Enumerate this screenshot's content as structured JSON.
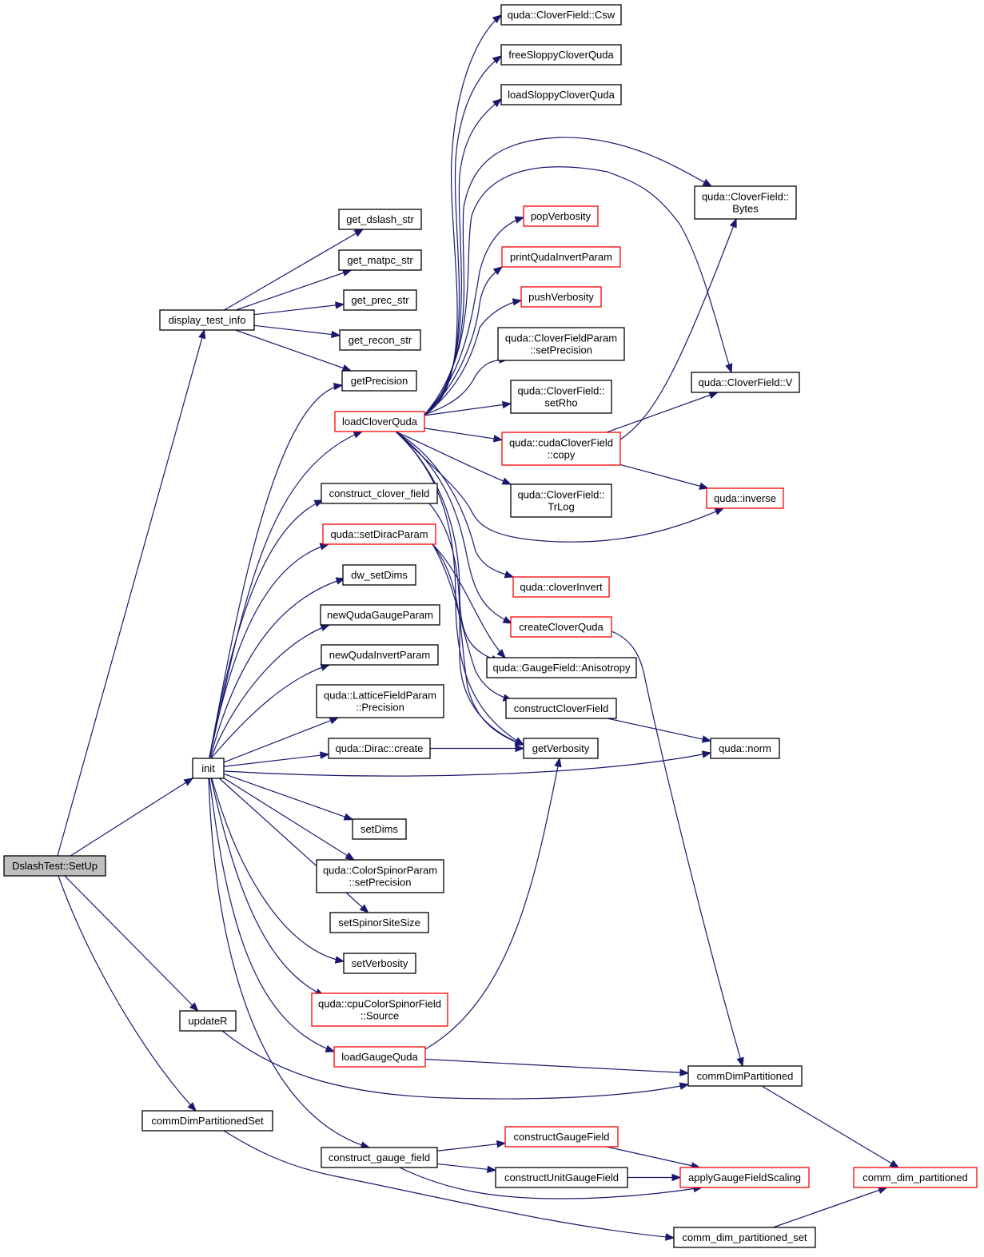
{
  "diagram": {
    "colors": {
      "edge": "#191970",
      "node_border": "#000000",
      "node_border_truncated": "#ff0000",
      "root_fill": "#bfbfbf"
    },
    "nodes": {
      "setup": {
        "label": [
          "DslashTest::SetUp"
        ],
        "style": "root"
      },
      "display_test_info": {
        "label": [
          "display_test_info"
        ]
      },
      "init": {
        "label": [
          "init"
        ]
      },
      "updateR": {
        "label": [
          "updateR"
        ]
      },
      "commDimPartitionedSet": {
        "label": [
          "commDimPartitionedSet"
        ]
      },
      "get_dslash_str": {
        "label": [
          "get_dslash_str"
        ]
      },
      "get_matpc_str": {
        "label": [
          "get_matpc_str"
        ]
      },
      "get_prec_str": {
        "label": [
          "get_prec_str"
        ]
      },
      "get_recon_str": {
        "label": [
          "get_recon_str"
        ]
      },
      "getPrecision": {
        "label": [
          "getPrecision"
        ]
      },
      "loadCloverQuda": {
        "label": [
          "loadCloverQuda"
        ],
        "style": "red"
      },
      "construct_clover_field": {
        "label": [
          "construct_clover_field"
        ]
      },
      "setDiracParam": {
        "label": [
          "quda::setDiracParam"
        ],
        "style": "red"
      },
      "dw_setDims": {
        "label": [
          "dw_setDims"
        ]
      },
      "newQudaGaugeParam": {
        "label": [
          "newQudaGaugeParam"
        ]
      },
      "newQudaInvertParam": {
        "label": [
          "newQudaInvertParam"
        ]
      },
      "latticePrecision": {
        "label": [
          "quda::LatticeFieldParam",
          "::Precision"
        ]
      },
      "diracCreate": {
        "label": [
          "quda::Dirac::create"
        ]
      },
      "setDims": {
        "label": [
          "setDims"
        ]
      },
      "colorSpinorSetPrecision": {
        "label": [
          "quda::ColorSpinorParam",
          "::setPrecision"
        ]
      },
      "setSpinorSiteSize": {
        "label": [
          "setSpinorSiteSize"
        ]
      },
      "setVerbosity": {
        "label": [
          "setVerbosity"
        ]
      },
      "cpuSource": {
        "label": [
          "quda::cpuColorSpinorField",
          "::Source"
        ],
        "style": "red"
      },
      "loadGaugeQuda": {
        "label": [
          "loadGaugeQuda"
        ],
        "style": "red"
      },
      "construct_gauge_field": {
        "label": [
          "construct_gauge_field"
        ]
      },
      "csw": {
        "label": [
          "quda::CloverField::Csw"
        ]
      },
      "freeSloppy": {
        "label": [
          "freeSloppyCloverQuda"
        ]
      },
      "loadSloppy": {
        "label": [
          "loadSloppyCloverQuda"
        ]
      },
      "popVerbosity": {
        "label": [
          "popVerbosity"
        ],
        "style": "red"
      },
      "printQudaInvertParam": {
        "label": [
          "printQudaInvertParam"
        ],
        "style": "red"
      },
      "pushVerbosity": {
        "label": [
          "pushVerbosity"
        ],
        "style": "red"
      },
      "cfpSetPrecision": {
        "label": [
          "quda::CloverFieldParam",
          "::setPrecision"
        ]
      },
      "setRho": {
        "label": [
          "quda::CloverField::",
          "setRho"
        ]
      },
      "cudaCopy": {
        "label": [
          "quda::cudaCloverField",
          "::copy"
        ],
        "style": "red"
      },
      "trLog": {
        "label": [
          "quda::CloverField::",
          "TrLog"
        ]
      },
      "cloverInvert": {
        "label": [
          "quda::cloverInvert"
        ],
        "style": "red"
      },
      "createCloverQuda": {
        "label": [
          "createCloverQuda"
        ],
        "style": "red"
      },
      "anisotropy": {
        "label": [
          "quda::GaugeField::Anisotropy"
        ]
      },
      "constructCloverField": {
        "label": [
          "constructCloverField"
        ]
      },
      "getVerbosity": {
        "label": [
          "getVerbosity"
        ]
      },
      "constructGaugeField": {
        "label": [
          "constructGaugeField"
        ],
        "style": "red"
      },
      "constructUnitGaugeField": {
        "label": [
          "constructUnitGaugeField"
        ]
      },
      "bytes": {
        "label": [
          "quda::CloverField::",
          "Bytes"
        ]
      },
      "cfV": {
        "label": [
          "quda::CloverField::V"
        ]
      },
      "inverse": {
        "label": [
          "quda::inverse"
        ],
        "style": "red"
      },
      "qudaNorm": {
        "label": [
          "quda::norm"
        ]
      },
      "commDimPartitioned": {
        "label": [
          "commDimPartitioned"
        ]
      },
      "applyGaugeFieldScaling": {
        "label": [
          "applyGaugeFieldScaling"
        ],
        "style": "red"
      },
      "comm_dim_partitioned_set": {
        "label": [
          "comm_dim_partitioned_set"
        ]
      },
      "comm_dim_partitioned": {
        "label": [
          "comm_dim_partitioned"
        ],
        "style": "red"
      }
    },
    "edges": [
      [
        "setup",
        "display_test_info"
      ],
      [
        "setup",
        "init"
      ],
      [
        "setup",
        "updateR"
      ],
      [
        "setup",
        "commDimPartitionedSet"
      ],
      [
        "display_test_info",
        "get_dslash_str"
      ],
      [
        "display_test_info",
        "get_matpc_str"
      ],
      [
        "display_test_info",
        "get_prec_str"
      ],
      [
        "display_test_info",
        "get_recon_str"
      ],
      [
        "display_test_info",
        "getPrecision"
      ],
      [
        "init",
        "getPrecision"
      ],
      [
        "init",
        "loadCloverQuda"
      ],
      [
        "init",
        "construct_clover_field"
      ],
      [
        "init",
        "setDiracParam"
      ],
      [
        "init",
        "dw_setDims"
      ],
      [
        "init",
        "newQudaGaugeParam"
      ],
      [
        "init",
        "newQudaInvertParam"
      ],
      [
        "init",
        "latticePrecision"
      ],
      [
        "init",
        "diracCreate"
      ],
      [
        "init",
        "qudaNorm"
      ],
      [
        "init",
        "setDims"
      ],
      [
        "init",
        "colorSpinorSetPrecision"
      ],
      [
        "init",
        "setSpinorSiteSize"
      ],
      [
        "init",
        "setVerbosity"
      ],
      [
        "init",
        "cpuSource"
      ],
      [
        "init",
        "loadGaugeQuda"
      ],
      [
        "init",
        "construct_gauge_field"
      ],
      [
        "loadCloverQuda",
        "csw"
      ],
      [
        "loadCloverQuda",
        "freeSloppy"
      ],
      [
        "loadCloverQuda",
        "loadSloppy"
      ],
      [
        "loadCloverQuda",
        "bytes"
      ],
      [
        "loadCloverQuda",
        "cfV"
      ],
      [
        "loadCloverQuda",
        "popVerbosity"
      ],
      [
        "loadCloverQuda",
        "printQudaInvertParam"
      ],
      [
        "loadCloverQuda",
        "pushVerbosity"
      ],
      [
        "loadCloverQuda",
        "cfpSetPrecision"
      ],
      [
        "loadCloverQuda",
        "setRho"
      ],
      [
        "loadCloverQuda",
        "cudaCopy"
      ],
      [
        "loadCloverQuda",
        "trLog"
      ],
      [
        "loadCloverQuda",
        "inverse"
      ],
      [
        "loadCloverQuda",
        "cloverInvert"
      ],
      [
        "loadCloverQuda",
        "createCloverQuda"
      ],
      [
        "loadCloverQuda",
        "anisotropy"
      ],
      [
        "loadCloverQuda",
        "getVerbosity"
      ],
      [
        "construct_clover_field",
        "getVerbosity"
      ],
      [
        "setDiracParam",
        "anisotropy"
      ],
      [
        "setDiracParam",
        "constructCloverField"
      ],
      [
        "setDiracParam",
        "getVerbosity"
      ],
      [
        "diracCreate",
        "getVerbosity"
      ],
      [
        "cudaCopy",
        "bytes"
      ],
      [
        "cudaCopy",
        "cfV"
      ],
      [
        "cudaCopy",
        "inverse"
      ],
      [
        "createCloverQuda",
        "commDimPartitioned"
      ],
      [
        "constructCloverField",
        "qudaNorm"
      ],
      [
        "loadGaugeQuda",
        "getVerbosity"
      ],
      [
        "loadGaugeQuda",
        "commDimPartitioned"
      ],
      [
        "updateR",
        "commDimPartitioned"
      ],
      [
        "commDimPartitioned",
        "comm_dim_partitioned"
      ],
      [
        "commDimPartitionedSet",
        "comm_dim_partitioned_set"
      ],
      [
        "comm_dim_partitioned_set",
        "comm_dim_partitioned"
      ],
      [
        "construct_gauge_field",
        "constructGaugeField"
      ],
      [
        "construct_gauge_field",
        "constructUnitGaugeField"
      ],
      [
        "construct_gauge_field",
        "applyGaugeFieldScaling"
      ],
      [
        "constructGaugeField",
        "applyGaugeFieldScaling"
      ],
      [
        "constructUnitGaugeField",
        "applyGaugeFieldScaling"
      ]
    ]
  }
}
